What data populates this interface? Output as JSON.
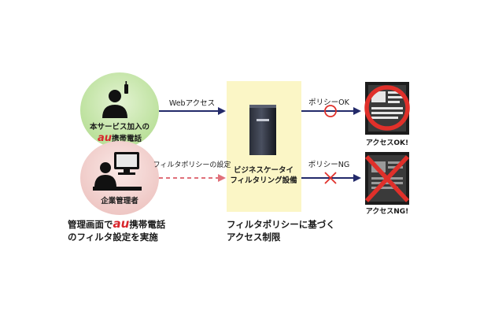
{
  "mobile_user": {
    "line1": "本サービス加入の",
    "au": "au",
    "line2_rest": "携帯電話"
  },
  "admin": {
    "label": "企業管理者"
  },
  "admin_note": {
    "line1_pre": "管理画面で",
    "au": "au",
    "line1_post": "携帯電話",
    "line2": "のフィルタ設定を実施"
  },
  "arrows": {
    "web_access": "Webアクセス",
    "filter_policy_setting": "フィルタポリシーの設定",
    "policy_ok": "ポリシーOK",
    "policy_ng": "ポリシーNG"
  },
  "filter_box": {
    "line1": "ビジネスケータイ",
    "line2": "フィルタリング設備"
  },
  "filter_caption": {
    "line1": "フィルタポリシーに基づく",
    "line2": "アクセス制限"
  },
  "results": {
    "ok": "アクセスOK!",
    "ng": "アクセスNG!"
  },
  "colors": {
    "green_circle": "#c5e6a8",
    "pink_circle": "#f2d2d0",
    "filter_box": "#fbf6c6",
    "arrow": "#232a6a",
    "dashed_arrow": "#e0707a",
    "mark_red": "#e0302a",
    "au_red": "#d8262c"
  }
}
